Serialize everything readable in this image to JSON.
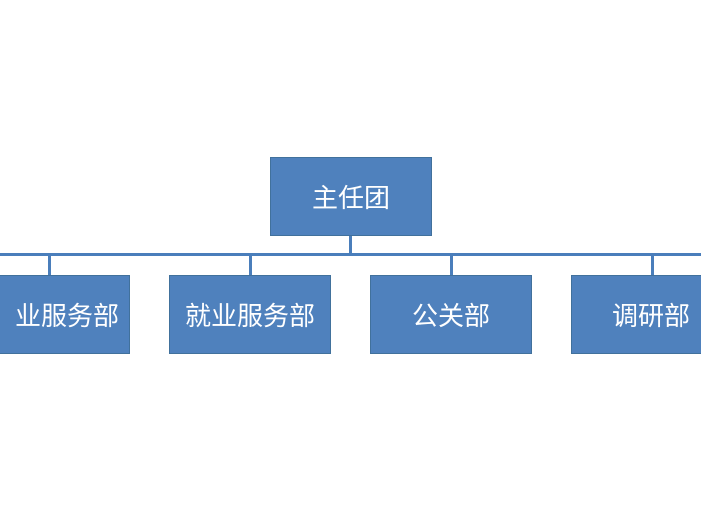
{
  "diagram": {
    "root": {
      "label": "主任团"
    },
    "children": [
      {
        "label": "业服务部"
      },
      {
        "label": "就业服务部"
      },
      {
        "label": "公关部"
      },
      {
        "label": "调研部"
      }
    ]
  },
  "colors": {
    "box_fill": "#4f81bd",
    "box_border": "#41719c",
    "connector": "#4a7ebb",
    "text": "#ffffff",
    "background": "#ffffff"
  }
}
